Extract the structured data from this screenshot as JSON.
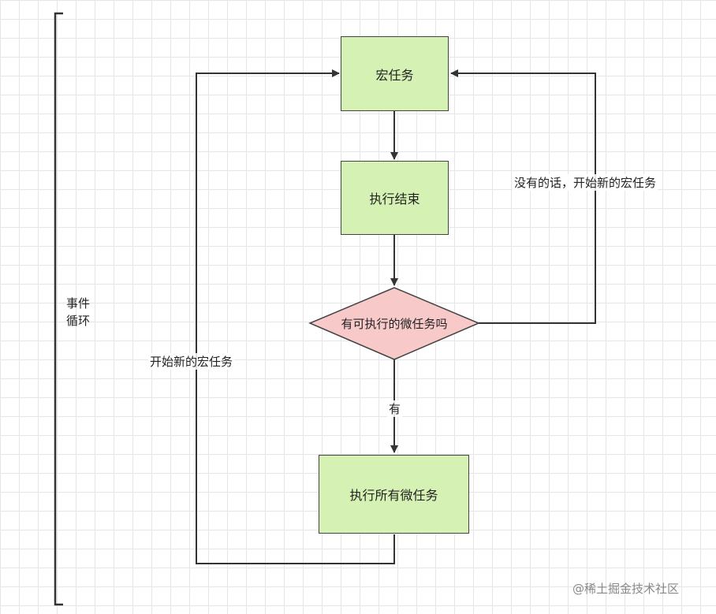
{
  "nodes": {
    "macro": "宏任务",
    "exec_end": "执行结束",
    "decision": "有可执行的微任务吗",
    "exec_micro": "执行所有微任务"
  },
  "edges": {
    "yes": "有",
    "no_loop": "没有的话，开始新的宏任务",
    "start_new": "开始新的宏任务"
  },
  "side_label": {
    "line1": "事件",
    "line2": "循环"
  },
  "watermark": "@稀土掘金技术社区",
  "colors": {
    "process_fill": "#d5f2b4",
    "decision_fill": "#f8c9c9",
    "stroke": "#444444"
  }
}
